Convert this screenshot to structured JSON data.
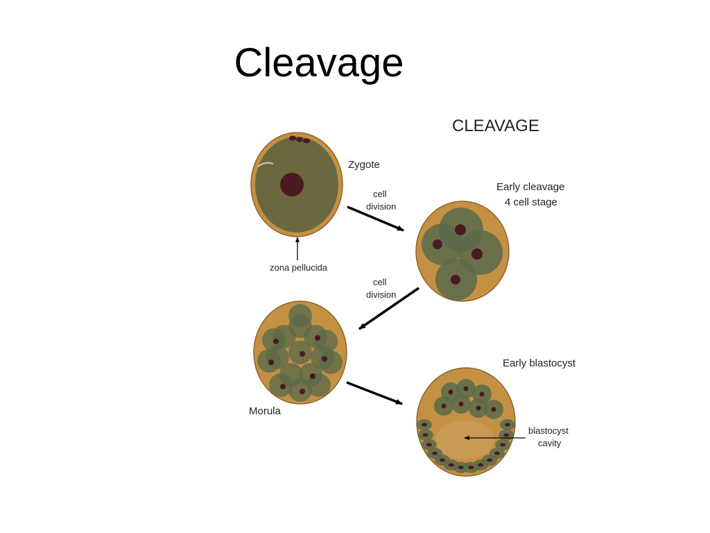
{
  "slide": {
    "title": "Cleavage"
  },
  "diagram": {
    "heading": "CLEAVAGE",
    "labels": {
      "zygote": "Zygote",
      "cell_division_1_line1": "cell",
      "cell_division_1_line2": "division",
      "early_cleavage_line1": "Early cleavage",
      "early_cleavage_line2": "4 cell stage",
      "zona_pellucida": "zona pellucida",
      "cell_division_2_line1": "cell",
      "cell_division_2_line2": "division",
      "morula": "Morula",
      "early_blastocyst": "Early blastocyst",
      "blastocyst_cavity_line1": "blastocyst",
      "blastocyst_cavity_line2": "cavity"
    }
  },
  "colors": {
    "zona": "#c49144",
    "zona_edge": "#8f6226",
    "cytoplasm": "#6b6840",
    "cell": "#5a6a4a",
    "nucleus": "#4a1a22",
    "arrow": "#000000"
  }
}
